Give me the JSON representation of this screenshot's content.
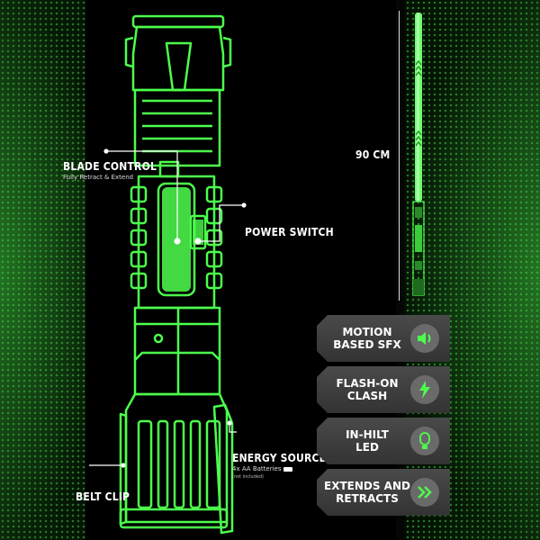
{
  "labels": {
    "blade_control": "BLADE CONTROL",
    "blade_control_sub": "Fully Retract & Extend",
    "power_switch": "POWER SWITCH",
    "energy_source": "ENERGY SOURCE",
    "energy_source_sub": "4x AA Batteries",
    "energy_source_note": "(not included)",
    "belt_clip": "BELT CLIP",
    "length": "90 CM"
  },
  "features": [
    {
      "line1": "MOTION",
      "line2": "BASED SFX",
      "icon": "speaker-icon"
    },
    {
      "line1": "FLASH-ON",
      "line2": "CLASH",
      "icon": "lightning-icon"
    },
    {
      "line1": "IN-HILT",
      "line2": "LED",
      "icon": "bulb-icon"
    },
    {
      "line1": "EXTENDS AND",
      "line2": "RETRACTS",
      "icon": "double-chevron-icon"
    }
  ],
  "colors": {
    "accent": "#4dff4d",
    "panel": "#3d3d3d",
    "icon_circle": "#6a6a6a"
  }
}
